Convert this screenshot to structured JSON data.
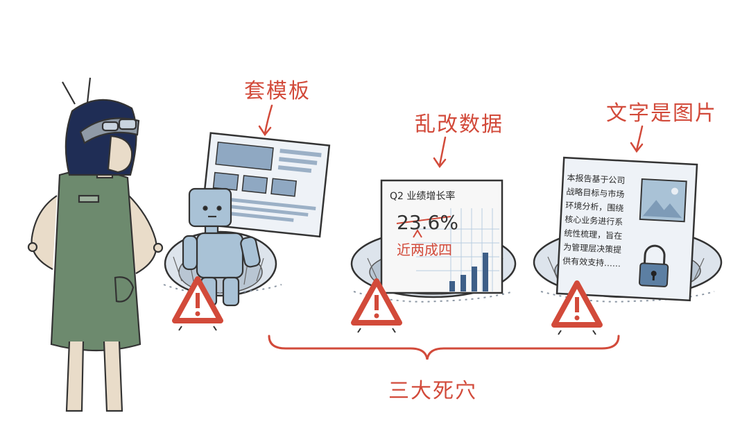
{
  "labels": {
    "pit1": "套模板",
    "pit2": "乱改数据",
    "pit3": "文字是图片",
    "bottom": "三大死穴"
  },
  "doc2": {
    "title": "Q2 业绩增长率",
    "value": "23.6%",
    "correction": "近两成四"
  },
  "doc3": {
    "lines": [
      "本报告基于公司",
      "战略目标与市场",
      "环境分析，围绕",
      "核心业务进行系",
      "统性梳理，旨在",
      "为管理层决策提",
      "供有效支持……"
    ]
  },
  "icons": [
    "warning-triangle-icon",
    "lock-icon",
    "image-placeholder-icon",
    "arrow-down-icon"
  ],
  "colors": {
    "accent_red": "#d24a3a",
    "paper_blue": "#e6edf5",
    "robot_blue": "#a9c2d6",
    "vest_green": "#6d8a6e",
    "hair_navy": "#1f2d55"
  }
}
